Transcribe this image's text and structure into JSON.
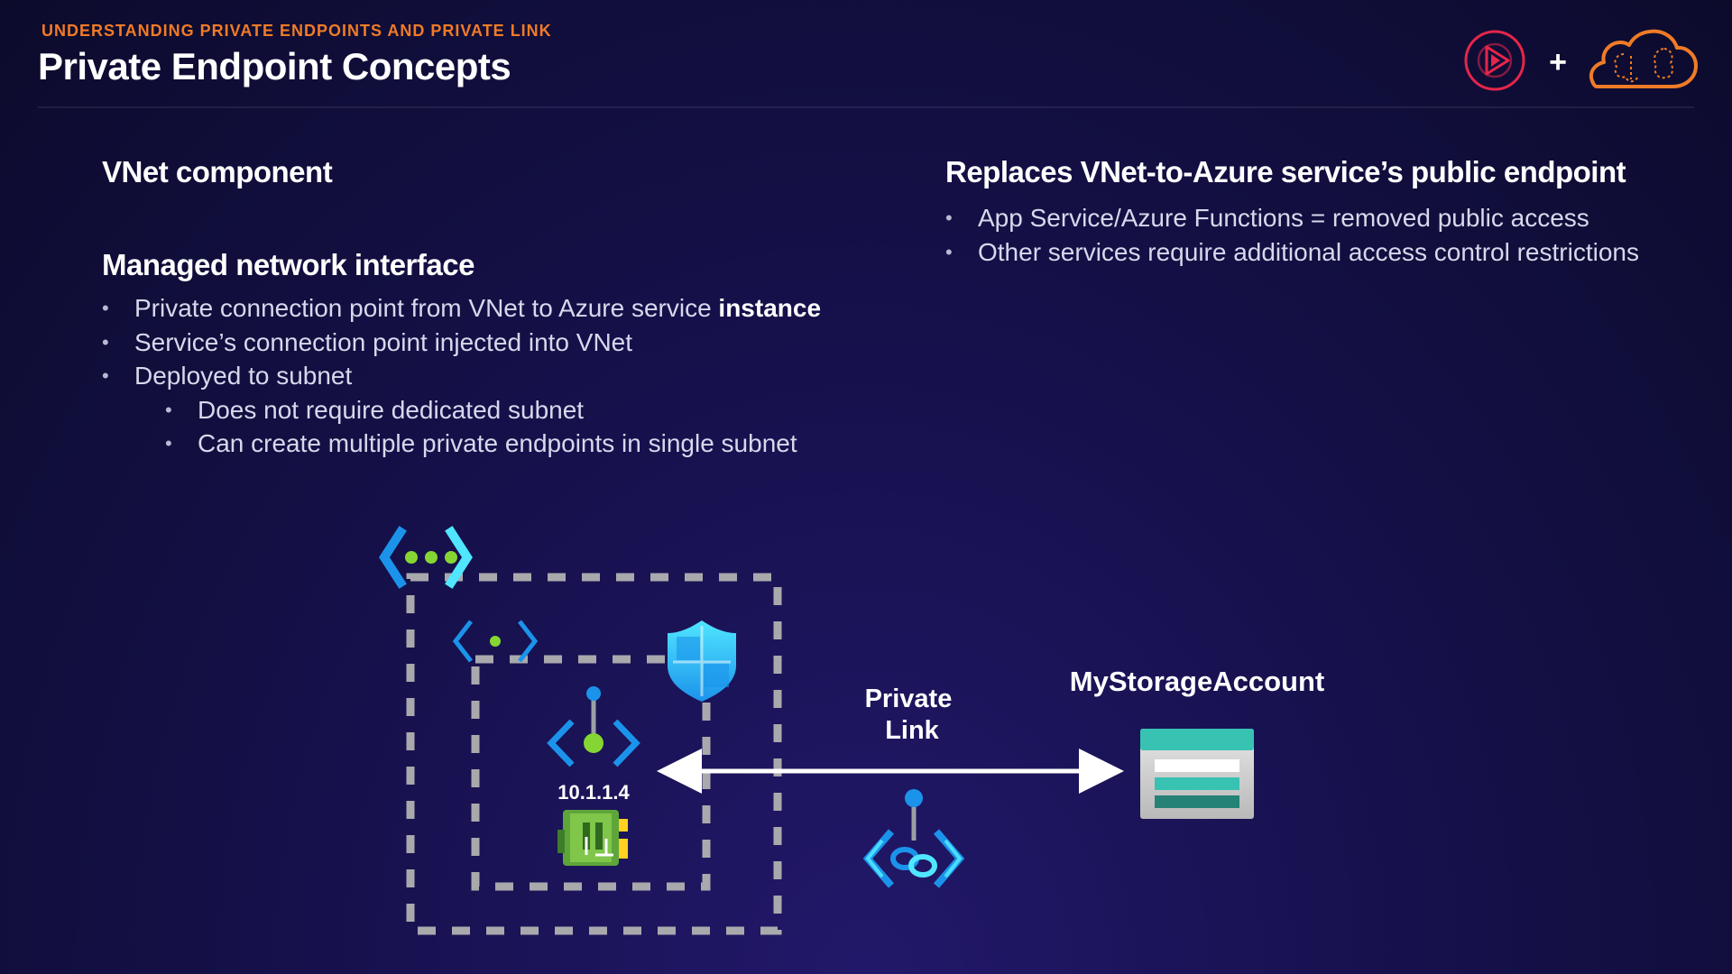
{
  "header": {
    "kicker": "UNDERSTANDING PRIVATE ENDPOINTS AND PRIVATE LINK",
    "title": "Private Endpoint Concepts",
    "plus": "+",
    "logos": [
      "pluralsight-play-logo",
      "cloud-brain-logo"
    ]
  },
  "left": {
    "heading1": "VNet component",
    "heading2": "Managed network interface",
    "bullets": [
      {
        "text": "Private connection point from VNet to Azure service ",
        "bold": "instance"
      },
      {
        "text": "Service’s connection point injected into VNet"
      },
      {
        "text": "Deployed to subnet"
      }
    ],
    "sub_bullets": [
      "Does not require dedicated subnet",
      "Can create multiple private endpoints in single subnet"
    ]
  },
  "right": {
    "heading": "Replaces VNet-to-Azure service’s public endpoint",
    "bullets": [
      "App Service/Azure Functions = removed public access",
      "Other services require additional access control restrictions"
    ]
  },
  "diagram": {
    "ip_address": "10.1.1.4",
    "private_link_label_line1": "Private",
    "private_link_label_line2": "Link",
    "storage_label": "MyStorageAccount",
    "icons": [
      "vnet-icon",
      "subnet-icon",
      "nsg-shield-icon",
      "private-endpoint-icon",
      "nic-icon",
      "private-link-icon",
      "storage-account-icon"
    ]
  },
  "colors": {
    "accent": "#f07b27",
    "azure_blue": "#1b93eb",
    "azure_cyan": "#50e6ff",
    "green": "#86d633",
    "dashed_border": "#a9a9ad"
  }
}
